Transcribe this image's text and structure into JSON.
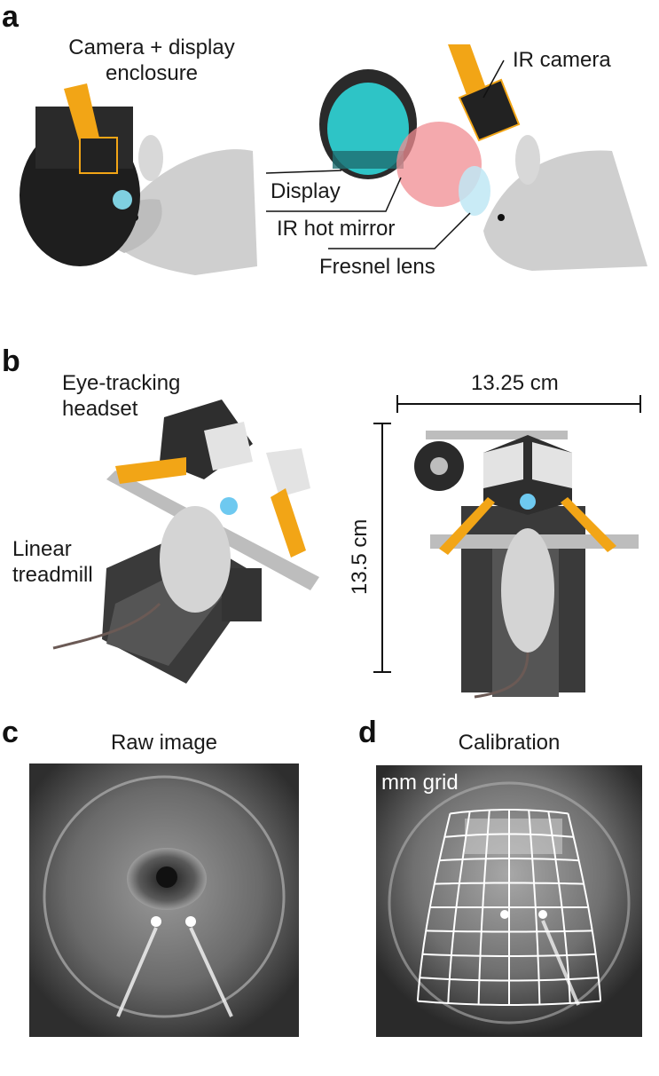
{
  "panels": {
    "a": {
      "letter": "a",
      "labels": {
        "camera_display_enclosure_line1": "Camera + display",
        "camera_display_enclosure_line2": "enclosure",
        "ir_camera": "IR camera",
        "display": "Display",
        "ir_hot_mirror": "IR hot mirror",
        "fresnel_lens": "Fresnel lens"
      }
    },
    "b": {
      "letter": "b",
      "labels": {
        "eye_tracking_line1": "Eye-tracking",
        "eye_tracking_line2": "headset",
        "treadmill_line1": "Linear",
        "treadmill_line2": "treadmill",
        "width_dim": "13.25 cm",
        "height_dim": "13.5 cm"
      }
    },
    "c": {
      "letter": "c",
      "title": "Raw image"
    },
    "d": {
      "letter": "d",
      "title": "Calibration",
      "overlay_label": "mm grid"
    }
  },
  "colors": {
    "orange_cable": "#f2a516",
    "teal_display": "#2ec4c6",
    "pink_mirror": "#f08c92",
    "fresnel_blue": "#bfe8f4",
    "mouse_grey": "#c8c8c8",
    "enclosure_black": "#1e1e1e",
    "grid_white": "#ffffff"
  }
}
